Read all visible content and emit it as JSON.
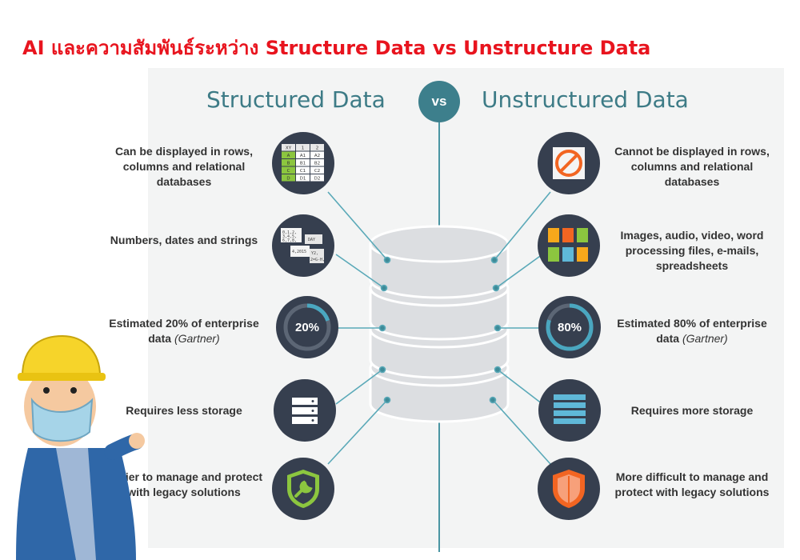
{
  "banner": {
    "title": "AI และความสัมพันธ์ระหว่าง Structure Data vs Unstructure Data"
  },
  "headers": {
    "left": "Structured Data",
    "vs": "vs",
    "right": "Unstructured Data"
  },
  "structured": {
    "rows": [
      {
        "text": "Can be displayed in rows, columns and relational databases",
        "icon": "table-grid-icon"
      },
      {
        "text": "Numbers, dates and strings",
        "icon": "data-cards-icon"
      },
      {
        "text": "Estimated 20% of enterprise data",
        "note": "(Gartner)",
        "percent": "20%",
        "icon": "donut-20-icon"
      },
      {
        "text": "Requires less storage",
        "icon": "small-server-icon"
      },
      {
        "text": "Easier to manage and protect with legacy solutions",
        "icon": "wrench-shield-icon"
      }
    ]
  },
  "unstructured": {
    "rows": [
      {
        "text": "Cannot be displayed in rows, columns and relational databases",
        "icon": "no-table-icon"
      },
      {
        "text": "Images, audio, video, word processing files, e-mails, spreadsheets",
        "icon": "file-types-icon"
      },
      {
        "text": "Estimated 80% of enterprise data",
        "note": "(Gartner)",
        "percent": "80%",
        "icon": "donut-80-icon"
      },
      {
        "text": "Requires more storage",
        "icon": "large-server-icon"
      },
      {
        "text": "More difficult to manage and protect with legacy solutions",
        "icon": "broken-shield-icon"
      }
    ]
  },
  "icons": {
    "grid_cells": [
      "XY",
      "1",
      "2",
      "A",
      "A1",
      "A2",
      "B",
      "B1",
      "B2",
      "C",
      "C1",
      "C2",
      "D",
      "D1",
      "D2"
    ],
    "card_texts": [
      "0,1,2,",
      "3,4,5,",
      "6,7,8,",
      "DAY",
      "4,2015",
      "Y2,",
      "2=G-H,"
    ]
  },
  "colors": {
    "banner": "#e8141e",
    "header": "#3d7b86",
    "axis": "#4a95a3",
    "circle": "#363f4f",
    "green_accent": "#8cc63f",
    "orange_accent": "#f26522",
    "server_blue": "#5fb8d8"
  }
}
